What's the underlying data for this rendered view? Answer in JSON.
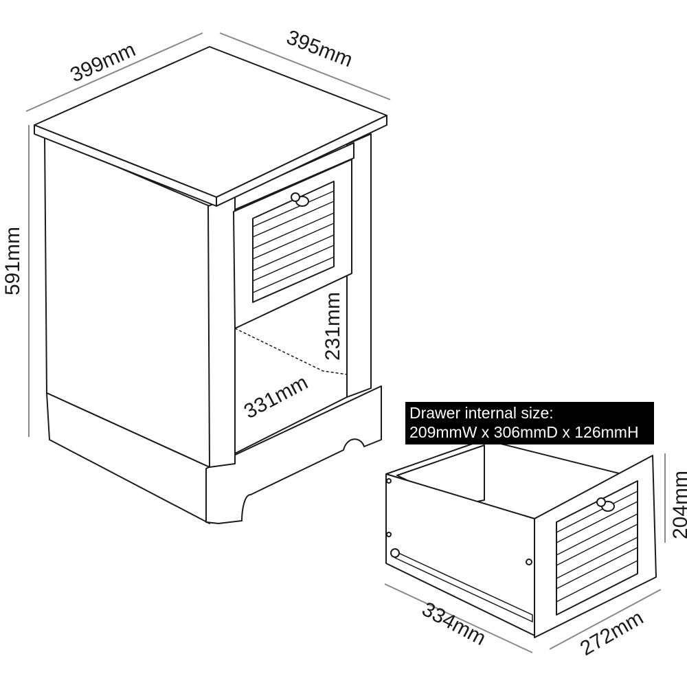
{
  "dimensions": {
    "width": "399mm",
    "depth": "395mm",
    "height": "591mm",
    "opening_height": "231mm",
    "opening_width": "331mm",
    "drawer_height": "204mm",
    "drawer_depth": "334mm",
    "drawer_width": "272mm"
  },
  "note": {
    "line1": "Drawer internal size:",
    "line2": "209mmW x 306mmD x 126mmH"
  }
}
